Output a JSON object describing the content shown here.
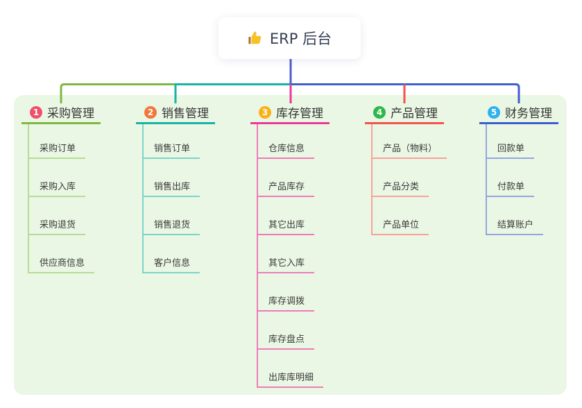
{
  "root": {
    "title": "ERP 后台",
    "icon": "thumbs-up-icon",
    "stem_color": "#4a5ecf"
  },
  "panel": {
    "background": "#eaf7e4"
  },
  "branches": [
    {
      "badge": "1",
      "badge_color": "#f0506c",
      "line_color": "#7eb842",
      "child_line_color": "#b7db96",
      "label": "采购管理",
      "children": [
        "采购订单",
        "采购入库",
        "采购退货",
        "供应商信息"
      ]
    },
    {
      "badge": "2",
      "badge_color": "#f2773b",
      "line_color": "#17b3a6",
      "child_line_color": "#7ed3c8",
      "label": "销售管理",
      "children": [
        "销售订单",
        "销售出库",
        "销售退货",
        "客户信息"
      ]
    },
    {
      "badge": "3",
      "badge_color": "#fbb116",
      "line_color": "#e93a96",
      "child_line_color": "#ef7ab8",
      "label": "库存管理",
      "children": [
        "仓库信息",
        "产品库存",
        "其它出库",
        "其它入库",
        "库存调拨",
        "库存盘点",
        "出库库明细"
      ]
    },
    {
      "badge": "4",
      "badge_color": "#2db84b",
      "line_color": "#f4524d",
      "child_line_color": "#f7a19b",
      "label": "产品管理",
      "children": [
        "产品（物料）",
        "产品分类",
        "产品单位"
      ]
    },
    {
      "badge": "5",
      "badge_color": "#30b1ef",
      "line_color": "#3d5ed0",
      "child_line_color": "#93a6e1",
      "label": "财务管理",
      "children": [
        "回款单",
        "付款单",
        "结算账户"
      ]
    }
  ]
}
